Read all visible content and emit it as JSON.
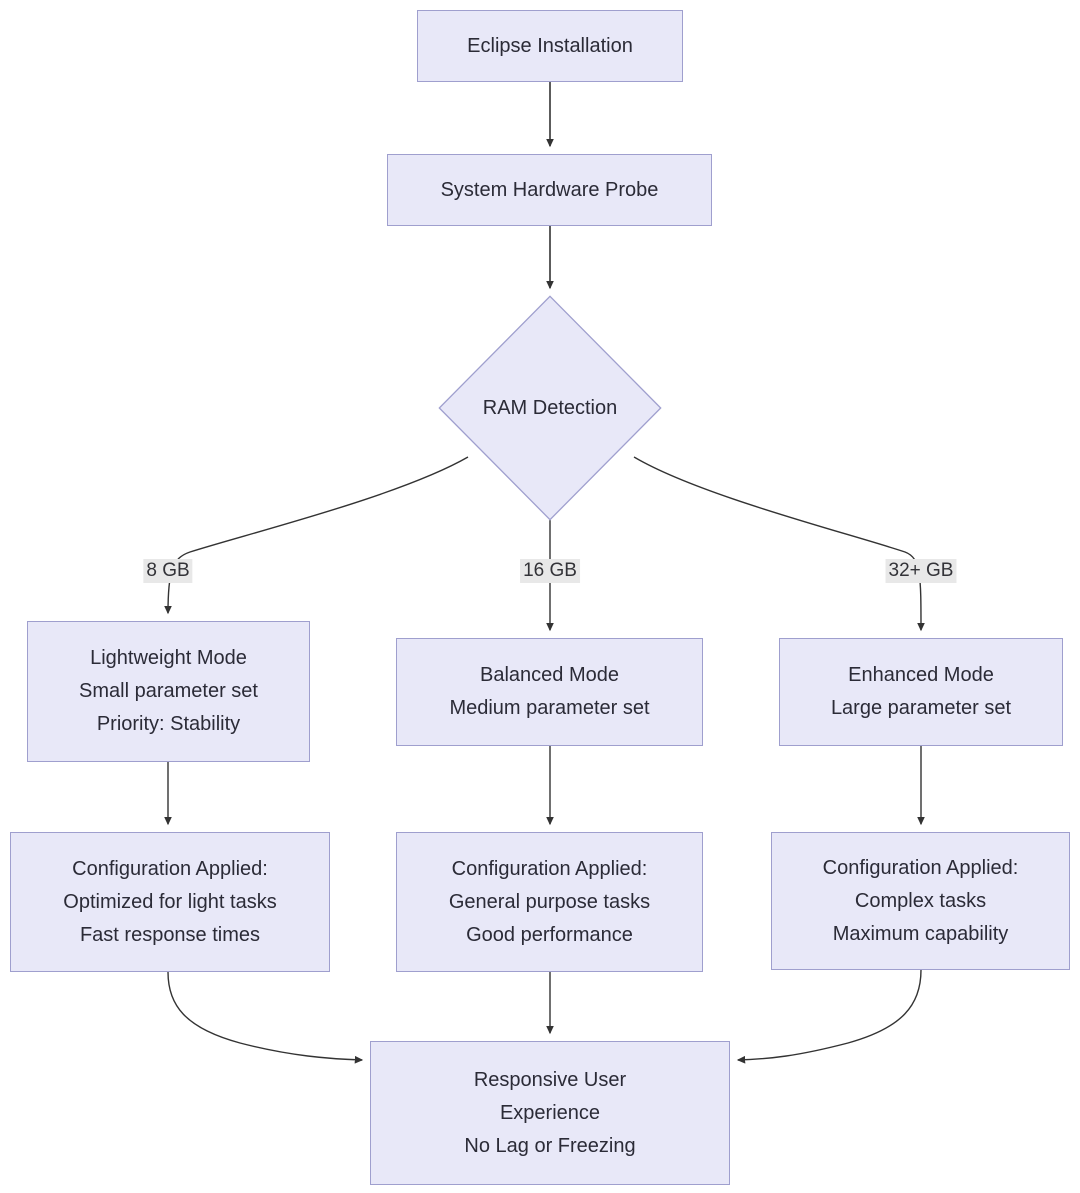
{
  "diagram": {
    "type": "flowchart",
    "direction": "top-down",
    "title_text": "",
    "colors": {
      "node_fill": "#e8e8f8",
      "node_border": "#9f9fce",
      "node_text": "#2b2b37",
      "edge_stroke": "#333333",
      "edge_label_bg": "#e8e8e8",
      "edge_label_text": "#333338",
      "background": "#ffffff"
    },
    "nodes": {
      "start": {
        "label": "Eclipse Installation",
        "lines": [
          "Eclipse Installation"
        ],
        "shape": "rect"
      },
      "probe": {
        "label": "System Hardware Probe",
        "lines": [
          "System Hardware Probe"
        ],
        "shape": "rect"
      },
      "decision": {
        "label": "RAM Detection",
        "lines": [
          "RAM Detection"
        ],
        "shape": "diamond"
      },
      "mode_light": {
        "label": "Lightweight Mode",
        "lines": [
          "Lightweight Mode",
          "Small parameter set",
          "Priority: Stability"
        ],
        "shape": "rect"
      },
      "mode_balanced": {
        "label": "Balanced Mode",
        "lines": [
          "Balanced Mode",
          "Medium parameter set"
        ],
        "shape": "rect"
      },
      "mode_enhanced": {
        "label": "Enhanced Mode",
        "lines": [
          "Enhanced Mode",
          "Large parameter set"
        ],
        "shape": "rect"
      },
      "config_light": {
        "label": "Configuration Applied: Optimized for light tasks",
        "lines": [
          "Configuration Applied:",
          "Optimized for light tasks",
          "Fast response times"
        ],
        "shape": "rect"
      },
      "config_balanced": {
        "label": "Configuration Applied: General purpose tasks",
        "lines": [
          "Configuration Applied:",
          "General purpose tasks",
          "Good performance"
        ],
        "shape": "rect"
      },
      "config_enhanced": {
        "label": "Configuration Applied: Complex tasks",
        "lines": [
          "Configuration Applied:",
          "Complex tasks",
          "Maximum capability"
        ],
        "shape": "rect"
      },
      "outcome": {
        "label": "Responsive User Experience",
        "lines": [
          "Responsive User",
          "Experience",
          "No Lag or Freezing"
        ],
        "shape": "rect"
      }
    },
    "edge_labels": {
      "ram_8gb": "8 GB",
      "ram_16gb": "16 GB",
      "ram_32gb": "32+ GB"
    },
    "edges": [
      {
        "from": "start",
        "to": "probe",
        "label": ""
      },
      {
        "from": "probe",
        "to": "decision",
        "label": ""
      },
      {
        "from": "decision",
        "to": "mode_light",
        "label": "8 GB"
      },
      {
        "from": "decision",
        "to": "mode_balanced",
        "label": "16 GB"
      },
      {
        "from": "decision",
        "to": "mode_enhanced",
        "label": "32+ GB"
      },
      {
        "from": "mode_light",
        "to": "config_light",
        "label": ""
      },
      {
        "from": "mode_balanced",
        "to": "config_balanced",
        "label": ""
      },
      {
        "from": "mode_enhanced",
        "to": "config_enhanced",
        "label": ""
      },
      {
        "from": "config_light",
        "to": "outcome",
        "label": ""
      },
      {
        "from": "config_balanced",
        "to": "outcome",
        "label": ""
      },
      {
        "from": "config_enhanced",
        "to": "outcome",
        "label": ""
      }
    ]
  }
}
